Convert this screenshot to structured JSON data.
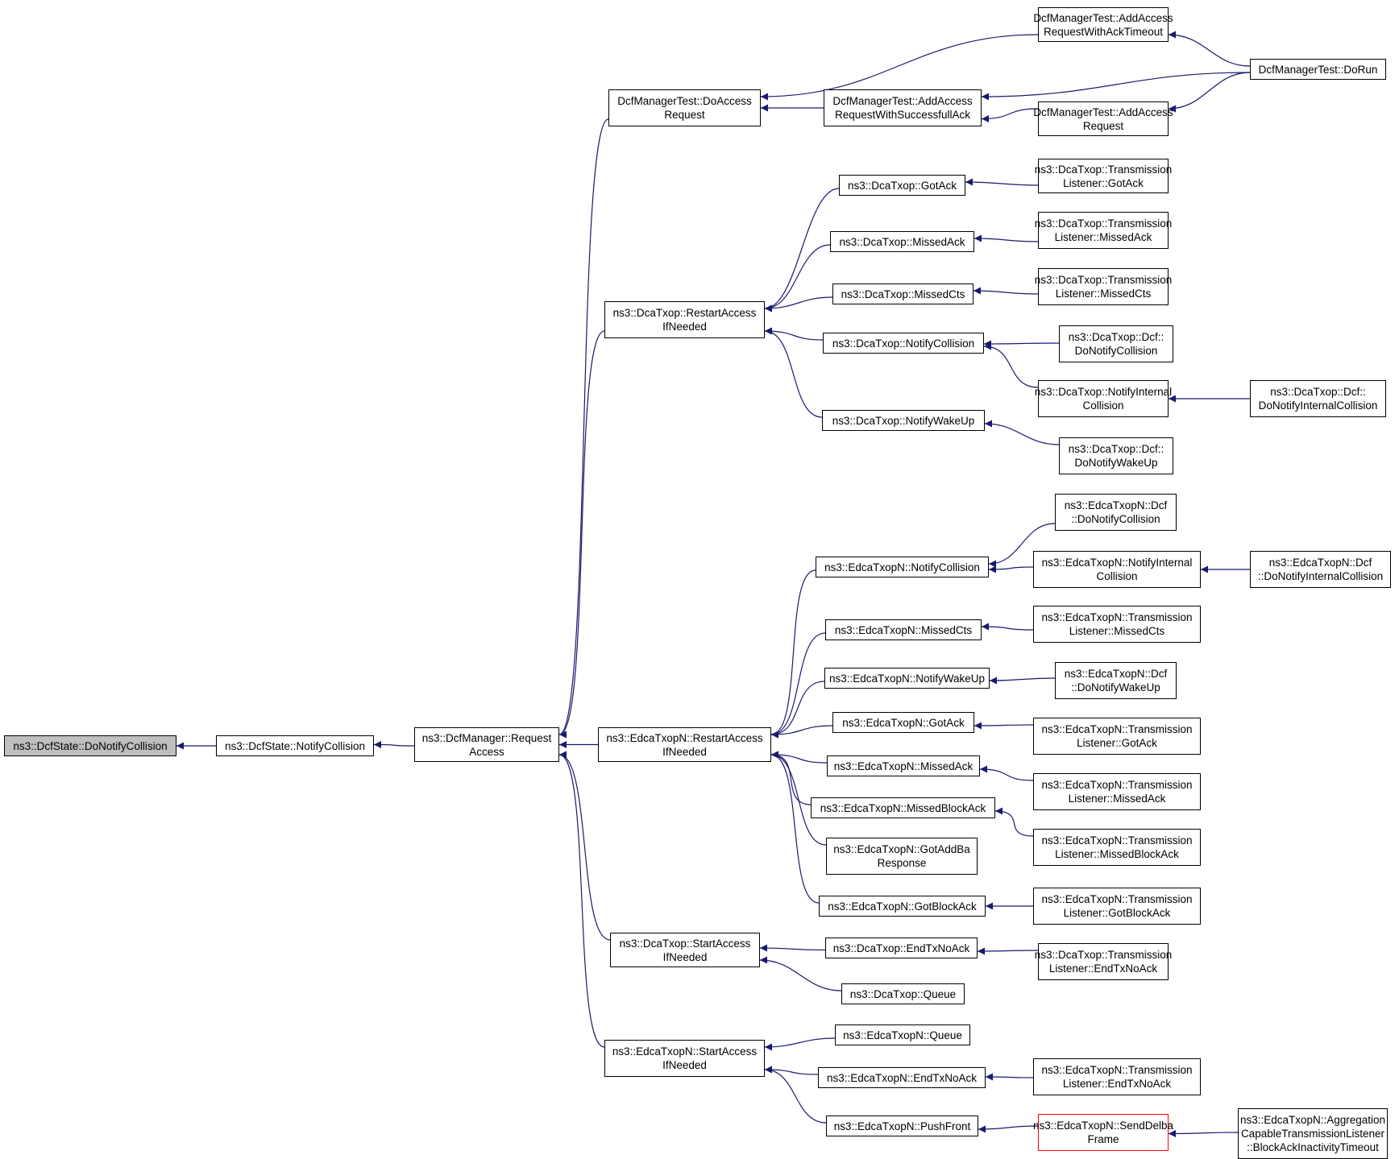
{
  "colors": {
    "edge": "#191970",
    "node_border": "#000000",
    "root_fill": "#bfbfbf",
    "highlight_border": "#ff0000",
    "background": "#ffffff"
  },
  "nodes": {
    "n1": {
      "label": "ns3::DcfState::DoNotifyCollision",
      "root": true
    },
    "n2": {
      "label": "ns3::DcfState::NotifyCollision"
    },
    "n3": {
      "label": "ns3::DcfManager::Request\nAccess"
    },
    "n4": {
      "label": "DcfManagerTest::DoAccess\nRequest"
    },
    "n5": {
      "label": "ns3::DcaTxop::RestartAccess\nIfNeeded"
    },
    "n6": {
      "label": "ns3::EdcaTxopN::RestartAccess\nIfNeeded"
    },
    "n7": {
      "label": "ns3::DcaTxop::StartAccess\nIfNeeded"
    },
    "n8": {
      "label": "ns3::EdcaTxopN::StartAccess\nIfNeeded"
    },
    "n9": {
      "label": "DcfManagerTest::AddAccess\nRequestWithSuccessfullAck"
    },
    "n10": {
      "label": "DcfManagerTest::AddAccess\nRequestWithAckTimeout"
    },
    "n11": {
      "label": "DcfManagerTest::AddAccess\nRequest"
    },
    "n12": {
      "label": "DcfManagerTest::DoRun"
    },
    "n13": {
      "label": "ns3::DcaTxop::GotAck"
    },
    "n14": {
      "label": "ns3::DcaTxop::MissedAck"
    },
    "n15": {
      "label": "ns3::DcaTxop::MissedCts"
    },
    "n16": {
      "label": "ns3::DcaTxop::NotifyCollision"
    },
    "n17": {
      "label": "ns3::DcaTxop::NotifyWakeUp"
    },
    "n18": {
      "label": "ns3::DcaTxop::Transmission\nListener::GotAck"
    },
    "n19": {
      "label": "ns3::DcaTxop::Transmission\nListener::MissedAck"
    },
    "n20": {
      "label": "ns3::DcaTxop::Transmission\nListener::MissedCts"
    },
    "n21": {
      "label": "ns3::DcaTxop::Dcf::\nDoNotifyCollision"
    },
    "n22": {
      "label": "ns3::DcaTxop::NotifyInternal\nCollision"
    },
    "n23": {
      "label": "ns3::DcaTxop::Dcf::\nDoNotifyInternalCollision"
    },
    "n24": {
      "label": "ns3::DcaTxop::Dcf::\nDoNotifyWakeUp"
    },
    "n25": {
      "label": "ns3::EdcaTxopN::Dcf\n::DoNotifyCollision"
    },
    "n26": {
      "label": "ns3::EdcaTxopN::NotifyCollision"
    },
    "n27": {
      "label": "ns3::EdcaTxopN::NotifyInternal\nCollision"
    },
    "n28": {
      "label": "ns3::EdcaTxopN::Dcf\n::DoNotifyInternalCollision"
    },
    "n29": {
      "label": "ns3::EdcaTxopN::MissedCts"
    },
    "n30": {
      "label": "ns3::EdcaTxopN::Transmission\nListener::MissedCts"
    },
    "n31": {
      "label": "ns3::EdcaTxopN::NotifyWakeUp"
    },
    "n32": {
      "label": "ns3::EdcaTxopN::Dcf\n::DoNotifyWakeUp"
    },
    "n33": {
      "label": "ns3::EdcaTxopN::GotAck"
    },
    "n34": {
      "label": "ns3::EdcaTxopN::Transmission\nListener::GotAck"
    },
    "n35": {
      "label": "ns3::EdcaTxopN::MissedAck"
    },
    "n36": {
      "label": "ns3::EdcaTxopN::Transmission\nListener::MissedAck"
    },
    "n37": {
      "label": "ns3::EdcaTxopN::MissedBlockAck"
    },
    "n38": {
      "label": "ns3::EdcaTxopN::Transmission\nListener::MissedBlockAck"
    },
    "n39": {
      "label": "ns3::EdcaTxopN::GotAddBa\nResponse"
    },
    "n40": {
      "label": "ns3::EdcaTxopN::GotBlockAck"
    },
    "n41": {
      "label": "ns3::EdcaTxopN::Transmission\nListener::GotBlockAck"
    },
    "n42": {
      "label": "ns3::DcaTxop::EndTxNoAck"
    },
    "n43": {
      "label": "ns3::DcaTxop::Transmission\nListener::EndTxNoAck"
    },
    "n44": {
      "label": "ns3::DcaTxop::Queue"
    },
    "n45": {
      "label": "ns3::EdcaTxopN::Queue"
    },
    "n46": {
      "label": "ns3::EdcaTxopN::EndTxNoAck"
    },
    "n47": {
      "label": "ns3::EdcaTxopN::Transmission\nListener::EndTxNoAck"
    },
    "n48": {
      "label": "ns3::EdcaTxopN::PushFront"
    },
    "n49": {
      "label": "ns3::EdcaTxopN::SendDelba\nFrame",
      "highlight": true
    },
    "n50": {
      "label": "ns3::EdcaTxopN::Aggregation\nCapableTransmissionListener\n::BlockAckInactivityTimeout"
    }
  },
  "edges": [
    [
      "n2",
      "n1"
    ],
    [
      "n3",
      "n2"
    ],
    [
      "n4",
      "n3"
    ],
    [
      "n5",
      "n3"
    ],
    [
      "n6",
      "n3"
    ],
    [
      "n7",
      "n3"
    ],
    [
      "n8",
      "n3"
    ],
    [
      "n9",
      "n4"
    ],
    [
      "n10",
      "n4"
    ],
    [
      "n11",
      "n9"
    ],
    [
      "n12",
      "n9"
    ],
    [
      "n12",
      "n10"
    ],
    [
      "n12",
      "n11"
    ],
    [
      "n13",
      "n5"
    ],
    [
      "n14",
      "n5"
    ],
    [
      "n15",
      "n5"
    ],
    [
      "n16",
      "n5"
    ],
    [
      "n17",
      "n5"
    ],
    [
      "n18",
      "n13"
    ],
    [
      "n19",
      "n14"
    ],
    [
      "n20",
      "n15"
    ],
    [
      "n21",
      "n16"
    ],
    [
      "n22",
      "n16"
    ],
    [
      "n23",
      "n22"
    ],
    [
      "n24",
      "n17"
    ],
    [
      "n26",
      "n6"
    ],
    [
      "n29",
      "n6"
    ],
    [
      "n31",
      "n6"
    ],
    [
      "n33",
      "n6"
    ],
    [
      "n35",
      "n6"
    ],
    [
      "n37",
      "n6"
    ],
    [
      "n39",
      "n6"
    ],
    [
      "n40",
      "n6"
    ],
    [
      "n25",
      "n26"
    ],
    [
      "n27",
      "n26"
    ],
    [
      "n28",
      "n27"
    ],
    [
      "n30",
      "n29"
    ],
    [
      "n32",
      "n31"
    ],
    [
      "n34",
      "n33"
    ],
    [
      "n36",
      "n35"
    ],
    [
      "n38",
      "n37"
    ],
    [
      "n41",
      "n40"
    ],
    [
      "n42",
      "n7"
    ],
    [
      "n44",
      "n7"
    ],
    [
      "n43",
      "n42"
    ],
    [
      "n45",
      "n8"
    ],
    [
      "n46",
      "n8"
    ],
    [
      "n48",
      "n8"
    ],
    [
      "n47",
      "n46"
    ],
    [
      "n49",
      "n48"
    ],
    [
      "n50",
      "n49"
    ]
  ]
}
